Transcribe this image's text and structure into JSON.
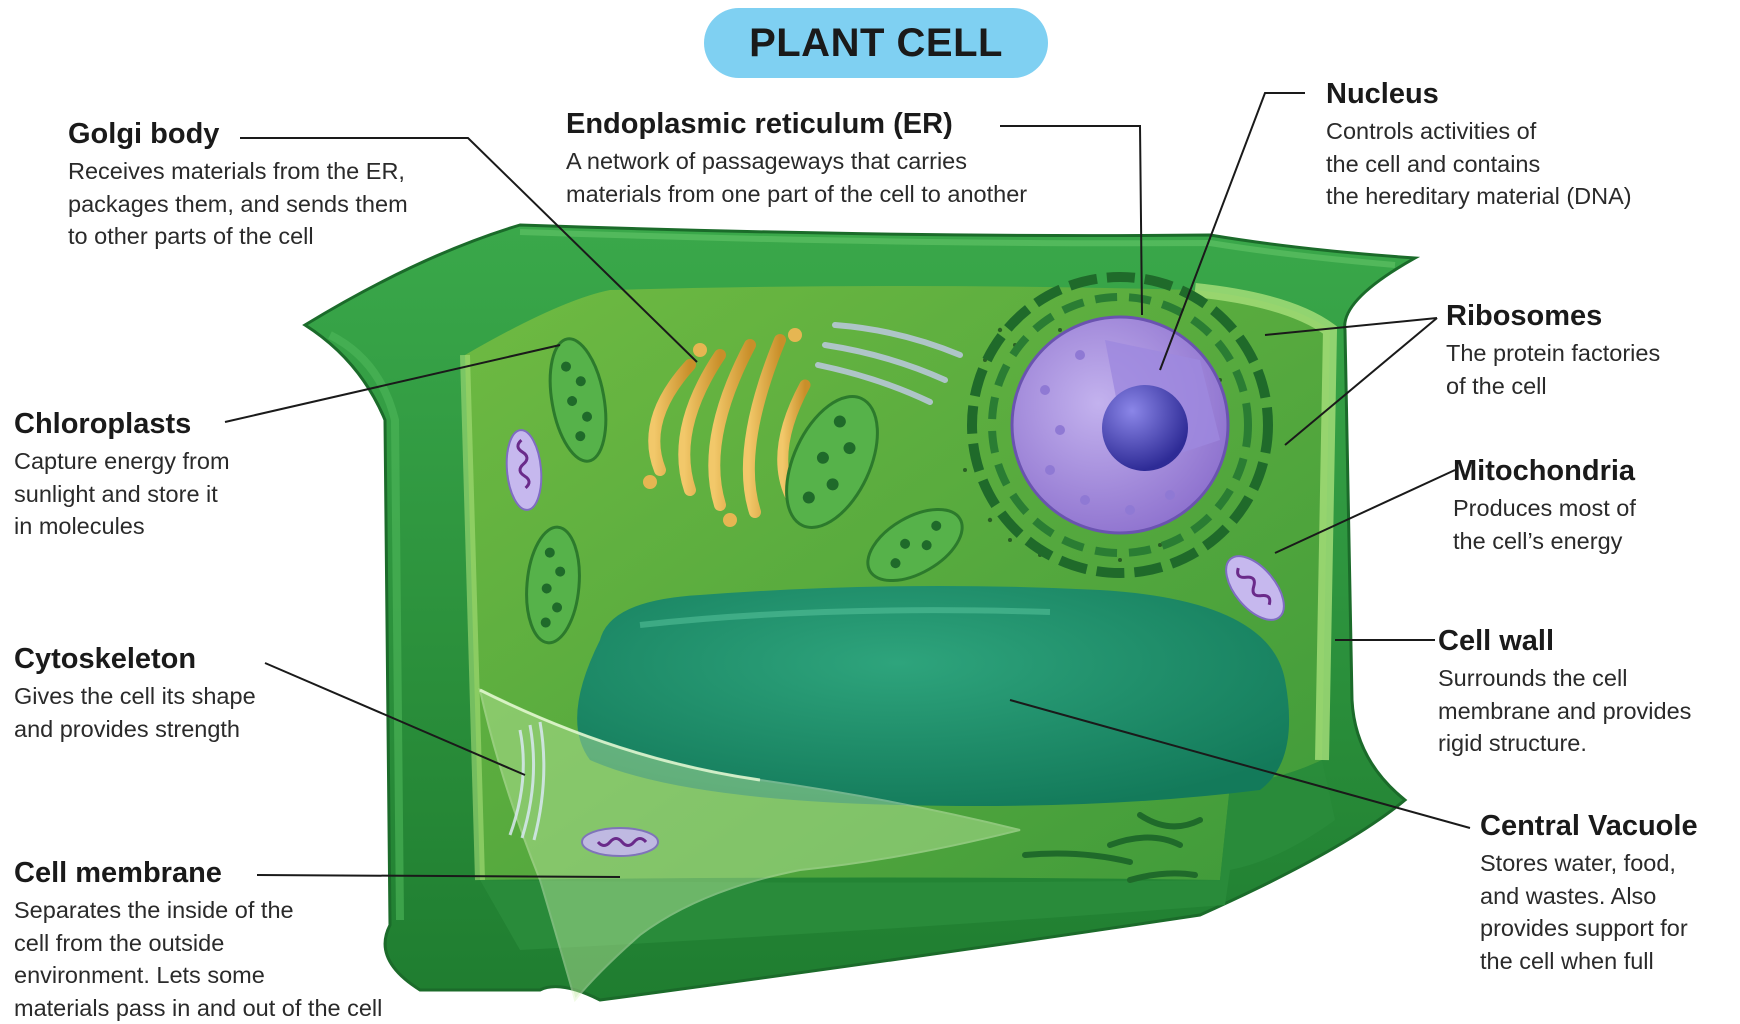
{
  "title": "PLANT CELL",
  "labels": {
    "golgi": {
      "name": "Golgi body",
      "lines": [
        "Receives materials from the ER,",
        "packages them, and sends them",
        "to other parts of the cell"
      ]
    },
    "er": {
      "name": "Endoplasmic reticulum (ER)",
      "lines": [
        "A network of passageways that carries",
        "materials from one part of the cell to another"
      ]
    },
    "nucleus": {
      "name": "Nucleus",
      "lines": [
        "Controls activities of",
        "the cell and contains",
        "the hereditary material (DNA)"
      ]
    },
    "chloroplasts": {
      "name": "Chloroplasts",
      "lines": [
        "Capture energy from",
        "sunlight and store it",
        "in molecules"
      ]
    },
    "ribosomes": {
      "name": "Ribosomes",
      "lines": [
        "The protein factories",
        "of the cell"
      ]
    },
    "mitochondria": {
      "name": "Mitochondria",
      "lines": [
        "Produces most of",
        "the cell’s energy"
      ]
    },
    "cytoskeleton": {
      "name": "Cytoskeleton",
      "lines": [
        "Gives the cell its shape",
        "and provides strength"
      ]
    },
    "cell_wall": {
      "name": "Cell wall",
      "lines": [
        "Surrounds the cell",
        "membrane and provides",
        "rigid structure."
      ]
    },
    "cell_membrane": {
      "name": "Cell membrane",
      "lines": [
        "Separates the inside of the",
        "cell from the outside",
        "environment. Lets some",
        "materials pass in and out of the cell"
      ]
    },
    "central_vacuole": {
      "name": "Central Vacuole",
      "lines": [
        "Stores water, food,",
        "and wastes. Also",
        "provides support for",
        "the cell when full"
      ]
    }
  },
  "colors": {
    "title_pill": "#7fd0f2",
    "cell_wall": "#2f9a3e",
    "cytoplasm": "#4aa43a",
    "vacuole": "#1f8a6a",
    "nucleus": "#9b7fd6",
    "nucleolus": "#3d3aa8",
    "golgi": "#e5b246",
    "leader_lines": "#1a1a1a"
  }
}
